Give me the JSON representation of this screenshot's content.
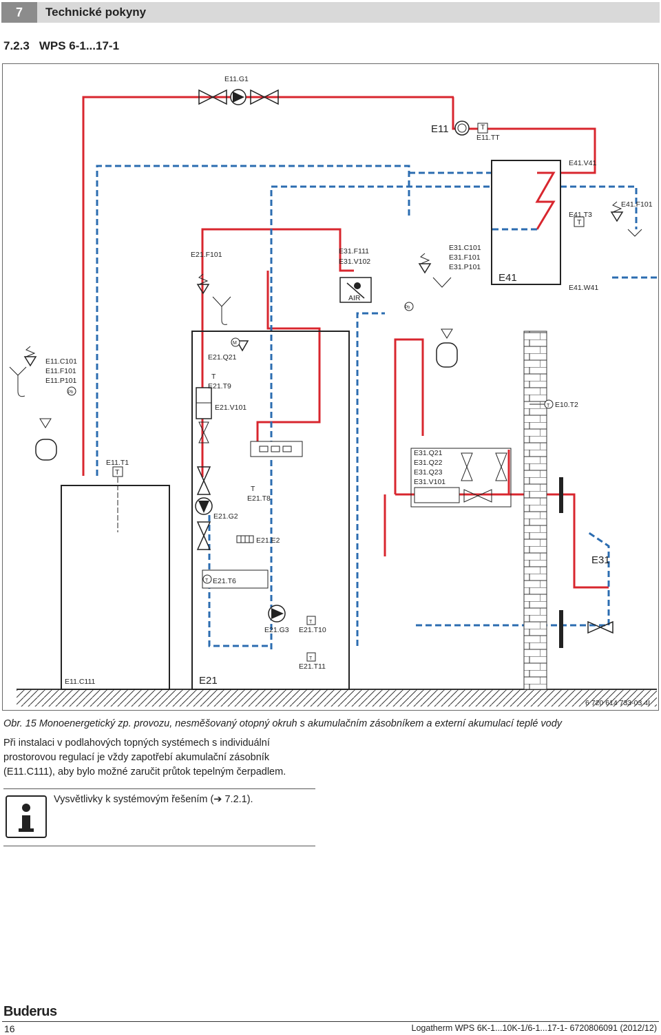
{
  "header": {
    "chapter_number": "7",
    "chapter_title": "Technické pokyny"
  },
  "section": {
    "number": "7.2.3",
    "title": "WPS 6-1...17-1"
  },
  "diagram": {
    "labels": {
      "e11_g1": "E11.G1",
      "e11": "E11",
      "e11_tt": "E11.TT",
      "t": "T",
      "e41_v41": "E41.V41",
      "e41_t3": "E41.T3",
      "e41_f101": "E41.F101",
      "e41": "E41",
      "e41_w41": "E41.W41",
      "e21_f101": "E21.F101",
      "e31_f111": "E31.F111",
      "e31_v102": "E31.V102",
      "air": "AIR",
      "e31_c101": "E31.C101",
      "e31_f101": "E31.F101",
      "e31_p101": "E31.P101",
      "pb": "Pb",
      "m": "M",
      "e11_c101": "E11.C101",
      "e11_f101": "E11.F101",
      "e11_p101": "E11.P101",
      "e21_q21": "E21.Q21",
      "e21_t9": "E21.T9",
      "e21_v101": "E21.V101",
      "e10_t2": "E10.T2",
      "e11_t1": "E11.T1",
      "e31_q21": "E31.Q21",
      "e31_q22": "E31.Q22",
      "e31_q23": "E31.Q23",
      "e31_v101": "E31.V101",
      "e21_t8": "E21.T8",
      "e21_g2": "E21.G2",
      "e21_e2": "E21.E2",
      "e31": "E31",
      "e21_t6": "E21.T6",
      "e21_g3": "E21.G3",
      "e21_t10": "E21.T10",
      "e21_t11": "E21.T11",
      "e11_c111": "E11.C111",
      "e21": "E21",
      "figure_ref": "6 720 614 733-03.4I"
    }
  },
  "caption": {
    "label": "Obr. 15",
    "text": "Monoenergetický zp. provozu, nesměšovaný otopný okruh s akumulačním zásobníkem a externí akumulací teplé vody"
  },
  "body_text": "Při instalaci v podlahových topných systémech s individuální prostorovou regulací je vždy zapotřebí akumulační zásobník (E11.C111), aby bylo možné zaručit průtok tepelným čerpadlem.",
  "note": {
    "text": "Vysvětlivky k systémovým řešením (➔ 7.2.1)."
  },
  "footer": {
    "brand": "Buderus",
    "page_number": "16",
    "doc_ref": "Logatherm WPS 6K-1...10K-1/6-1...17-1- 6720806091 (2012/12)"
  },
  "colors": {
    "flow_red": "#d8262e",
    "return_blue": "#2b6cb0",
    "header_gray": "#d9d9d9",
    "chapter_box": "#8c8c8c"
  }
}
